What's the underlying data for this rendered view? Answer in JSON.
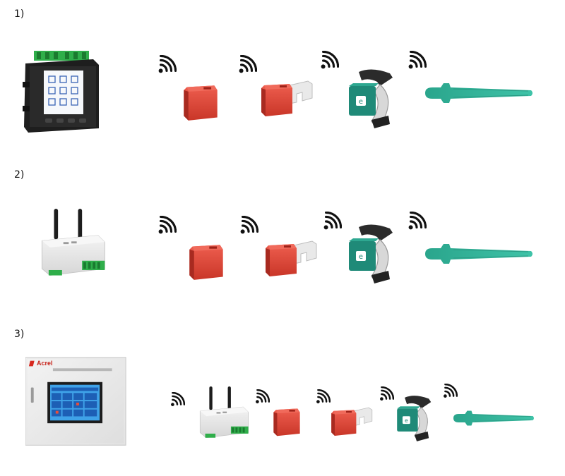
{
  "rows": [
    {
      "label": "1)"
    },
    {
      "label": "2)"
    },
    {
      "label": "3)"
    }
  ],
  "cabinet": {
    "brand": "Acrel"
  },
  "colors": {
    "sensor_red": "#e2483a",
    "sensor_red_dark": "#b92e23",
    "clamp_teal": "#1f8a78",
    "strap_teal": "#36b79d",
    "gateway_white": "#eaeaea",
    "terminal_green": "#2fae4a",
    "screen_blue": "#2a6fd6"
  },
  "icons": [
    "wifi-icon"
  ]
}
